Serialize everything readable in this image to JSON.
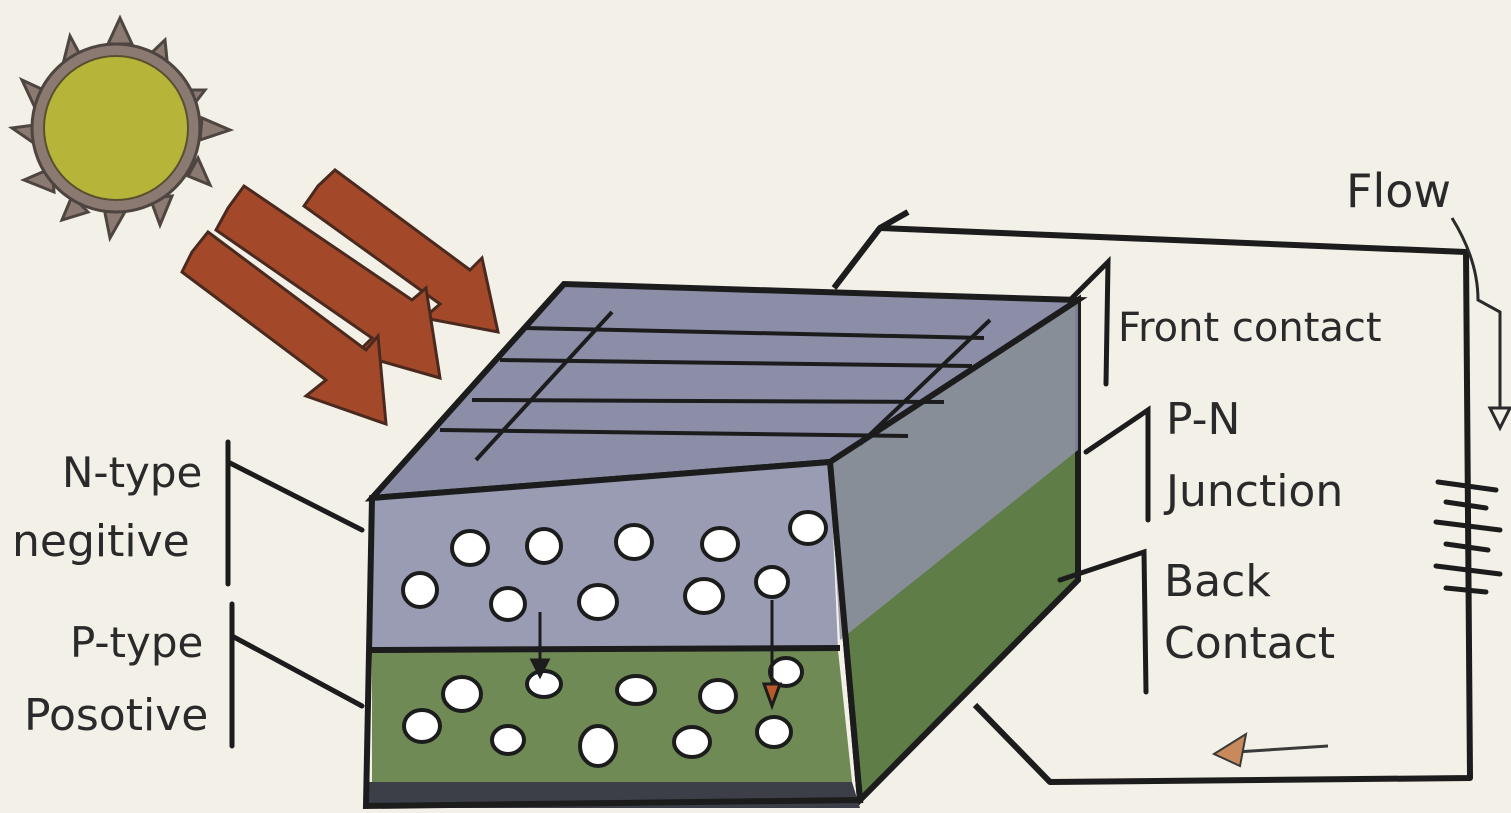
{
  "labels": {
    "flow": "Flow",
    "front_contact": "Front contact",
    "pn_junction_line1": "P-N",
    "pn_junction_line2": "Junction",
    "back_contact_line1": "Back",
    "back_contact_line2": "Contact",
    "n_type_line1": "N-type",
    "n_type_line2": "negitive",
    "p_type_line1": "P-type",
    "p_type_line2": "Posotive"
  },
  "colors": {
    "paper": "#f3f0e8",
    "sun": "#b7b43a",
    "sun_rays": "#8a7a72",
    "light_arrows": "#a4482a",
    "n_layer": "#9a9cb4",
    "p_layer": "#6f8a55",
    "side_face": "#5f7d47",
    "base": "#3c3f48",
    "ink": "#1c1c1c"
  }
}
